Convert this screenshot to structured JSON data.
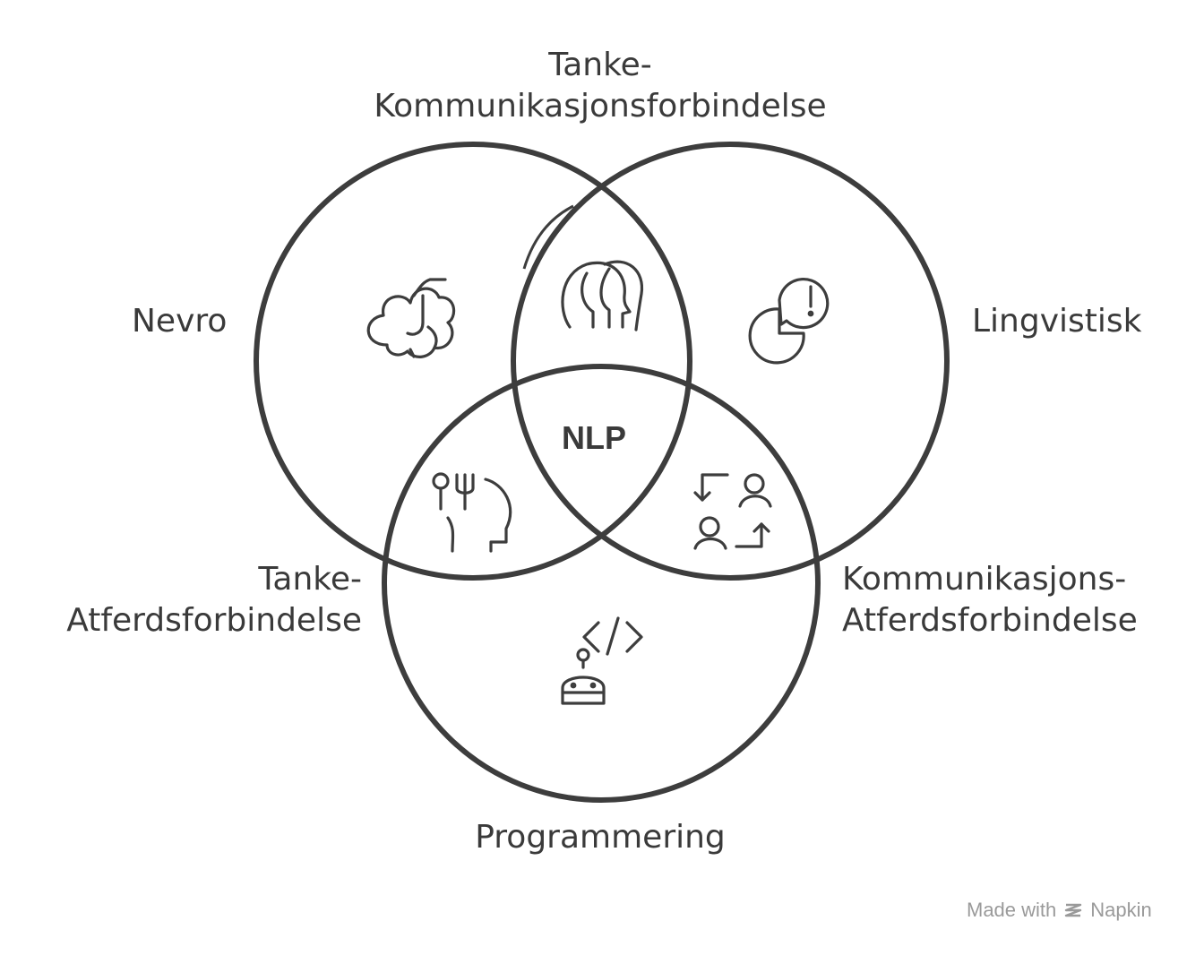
{
  "diagram": {
    "top_label_line1": "Tanke-",
    "top_label_line2": "Kommunikasjonsforbindelse",
    "left_label": "Nevro",
    "right_label": "Lingvistisk",
    "center_label": "NLP",
    "bottom_left_line1": "Tanke-",
    "bottom_left_line2": "Atferdsforbindelse",
    "bottom_right_line1": "Kommunikasjons-",
    "bottom_right_line2": "Atferdsforbindelse",
    "bottom_label": "Programmering",
    "icons": [
      "brain-icon",
      "two-heads-icon",
      "speech-chart-icon",
      "eat-thought-icon",
      "exchange-people-icon",
      "code-robot-icon"
    ]
  },
  "footer": {
    "made_with": "Made with",
    "brand": "Napkin",
    "brand_icon": "napkin-logo-icon"
  },
  "colors": {
    "stroke": "#3d3d3d",
    "text": "#3a3a3a",
    "muted": "#9a9a9a",
    "background": "#ffffff"
  }
}
